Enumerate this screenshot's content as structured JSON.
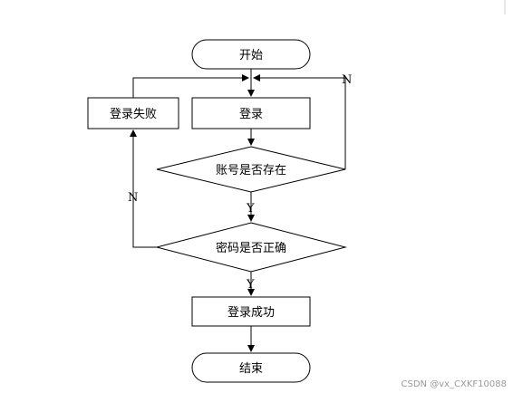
{
  "flowchart": {
    "start": "开始",
    "login": "登录",
    "login_fail": "登录失败",
    "check_account": "账号是否存在",
    "check_password": "密码是否正确",
    "login_success": "登录成功",
    "end": "结束"
  },
  "edge_labels": {
    "account_no": "N",
    "account_yes": "Y",
    "password_no": "N",
    "password_yes": "Y"
  },
  "watermark": "CSDN @vx_CXKF10088"
}
